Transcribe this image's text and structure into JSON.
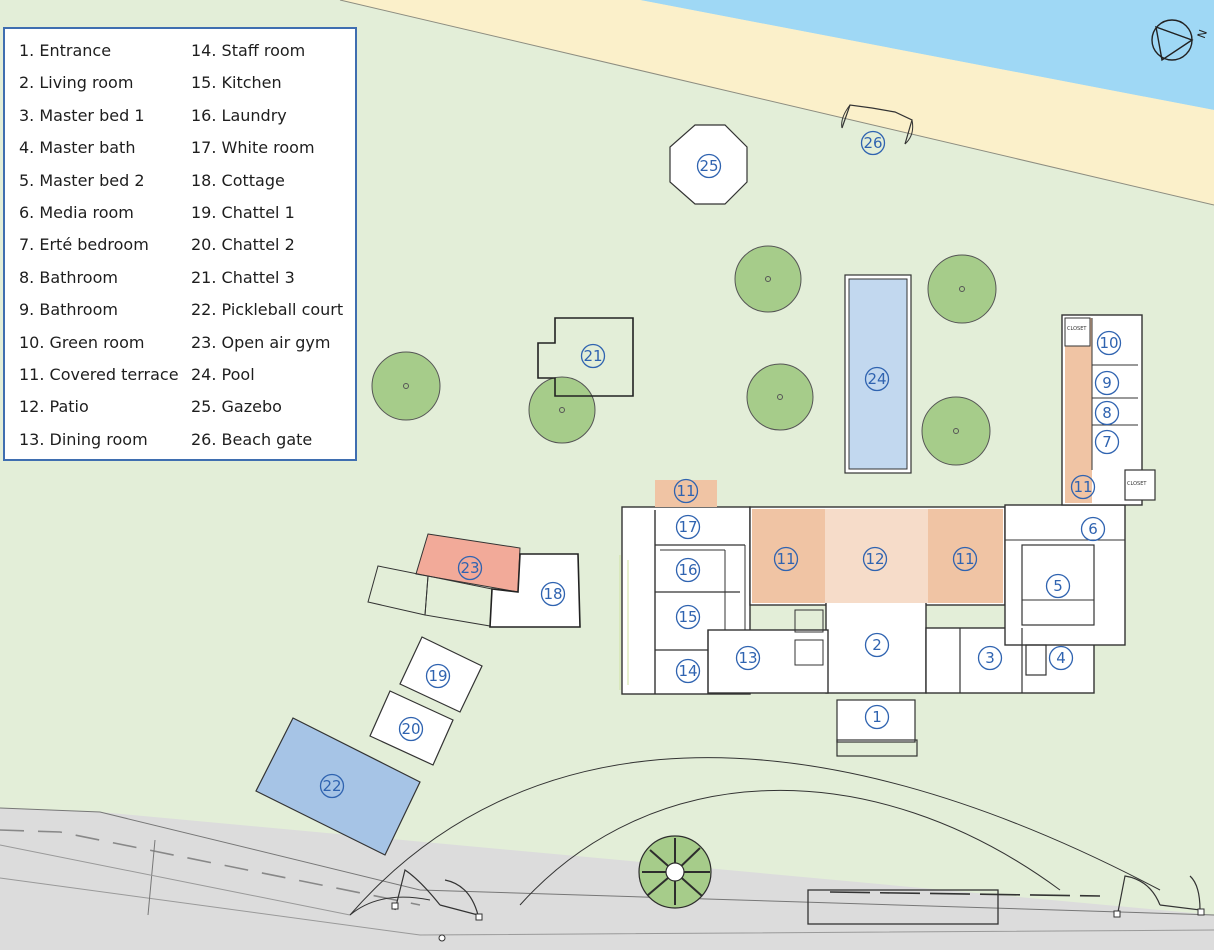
{
  "legend": {
    "items": [
      {
        "num": "1",
        "name": "Entrance"
      },
      {
        "num": "2",
        "name": "Living room"
      },
      {
        "num": "3",
        "name": "Master bed 1"
      },
      {
        "num": "4",
        "name": "Master bath"
      },
      {
        "num": "5",
        "name": "Master bed 2"
      },
      {
        "num": "6",
        "name": "Media room"
      },
      {
        "num": "7",
        "name": "Erté bedroom"
      },
      {
        "num": "8",
        "name": "Bathroom"
      },
      {
        "num": "9",
        "name": "Bathroom"
      },
      {
        "num": "10",
        "name": "Green room"
      },
      {
        "num": "11",
        "name": "Covered terrace"
      },
      {
        "num": "12",
        "name": "Patio"
      },
      {
        "num": "13",
        "name": "Dining room"
      },
      {
        "num": "14",
        "name": "Staff room"
      },
      {
        "num": "15",
        "name": "Kitchen"
      },
      {
        "num": "16",
        "name": "Laundry"
      },
      {
        "num": "17",
        "name": "White room"
      },
      {
        "num": "18",
        "name": "Cottage"
      },
      {
        "num": "19",
        "name": "Chattel 1"
      },
      {
        "num": "20",
        "name": "Chattel 2"
      },
      {
        "num": "21",
        "name": "Chattel 3"
      },
      {
        "num": "22",
        "name": "Pickleball court"
      },
      {
        "num": "23",
        "name": "Open air gym"
      },
      {
        "num": "24",
        "name": "Pool"
      },
      {
        "num": "25",
        "name": "Gazebo"
      },
      {
        "num": "26",
        "name": "Beach gate"
      }
    ]
  },
  "markers": [
    "1",
    "2",
    "3",
    "4",
    "5",
    "6",
    "7",
    "8",
    "9",
    "10",
    "11",
    "11",
    "11",
    "11",
    "12",
    "13",
    "14",
    "15",
    "16",
    "17",
    "18",
    "19",
    "20",
    "21",
    "22",
    "23",
    "24",
    "25",
    "26"
  ],
  "compass": {
    "label": "N"
  },
  "small_labels": {
    "closet_a": "CLOSET",
    "closet_b": "CLOSET"
  },
  "colors": {
    "lawn": "#e3eed8",
    "sea": "#9fd8f5",
    "sand": "#fbf0ca",
    "road": "#dcdcdc",
    "terrace": "#f0c4a4",
    "patio": "#f6dcc9",
    "gym": "#f2aa99",
    "pool": "#c2d8ef",
    "court": "#a6c4e6",
    "tree": "#a6cc8a",
    "marker": "#2f63b0",
    "legend_border": "#3f6eb0"
  }
}
